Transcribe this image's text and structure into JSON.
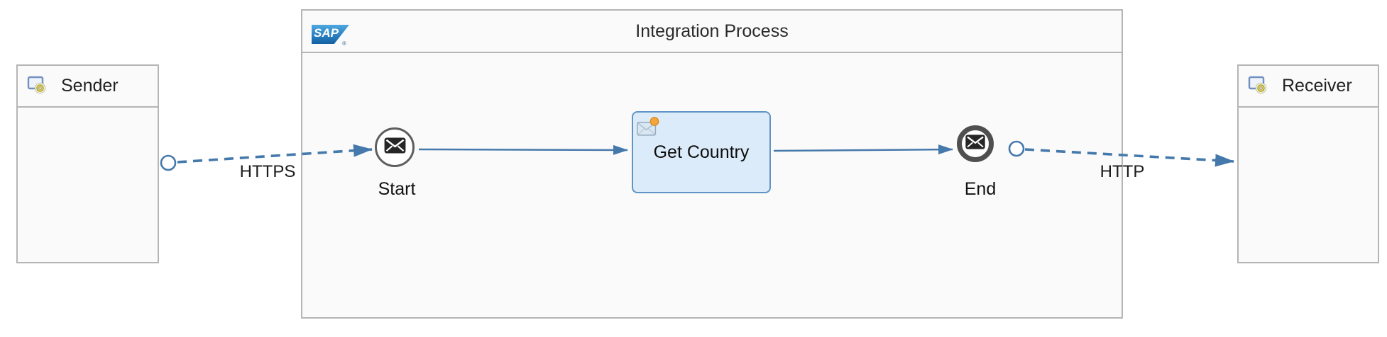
{
  "colors": {
    "flow": "#4579ab",
    "panel_fill": "#fafafa",
    "panel_border": "#b5b5b5",
    "step_fill": "#dcebf9",
    "step_border": "#5f94c6",
    "start_border": "#5e5e5e",
    "end_border": "#4f4f4f",
    "text": "#1e1e1e"
  },
  "sender": {
    "label": "Sender"
  },
  "receiver": {
    "label": "Receiver"
  },
  "process": {
    "title": "Integration Process",
    "logo_text": "SAP",
    "logo_tm": "®"
  },
  "nodes": {
    "start": {
      "label": "Start"
    },
    "get_country": {
      "label": "Get Country"
    },
    "end": {
      "label": "End"
    }
  },
  "flows": {
    "sender_to_start": {
      "label": "HTTPS",
      "style": "dashed-message-flow"
    },
    "start_to_step": {
      "style": "solid-sequence-flow"
    },
    "step_to_end": {
      "style": "solid-sequence-flow"
    },
    "end_to_receiver": {
      "label": "HTTP",
      "style": "dashed-message-flow"
    }
  },
  "icons": {
    "sender": "computer-system-icon",
    "receiver": "computer-system-icon",
    "start": "message-envelope-icon",
    "end": "message-envelope-icon",
    "get_country": "envelope-sun-icon",
    "logo": "sap-logo"
  }
}
